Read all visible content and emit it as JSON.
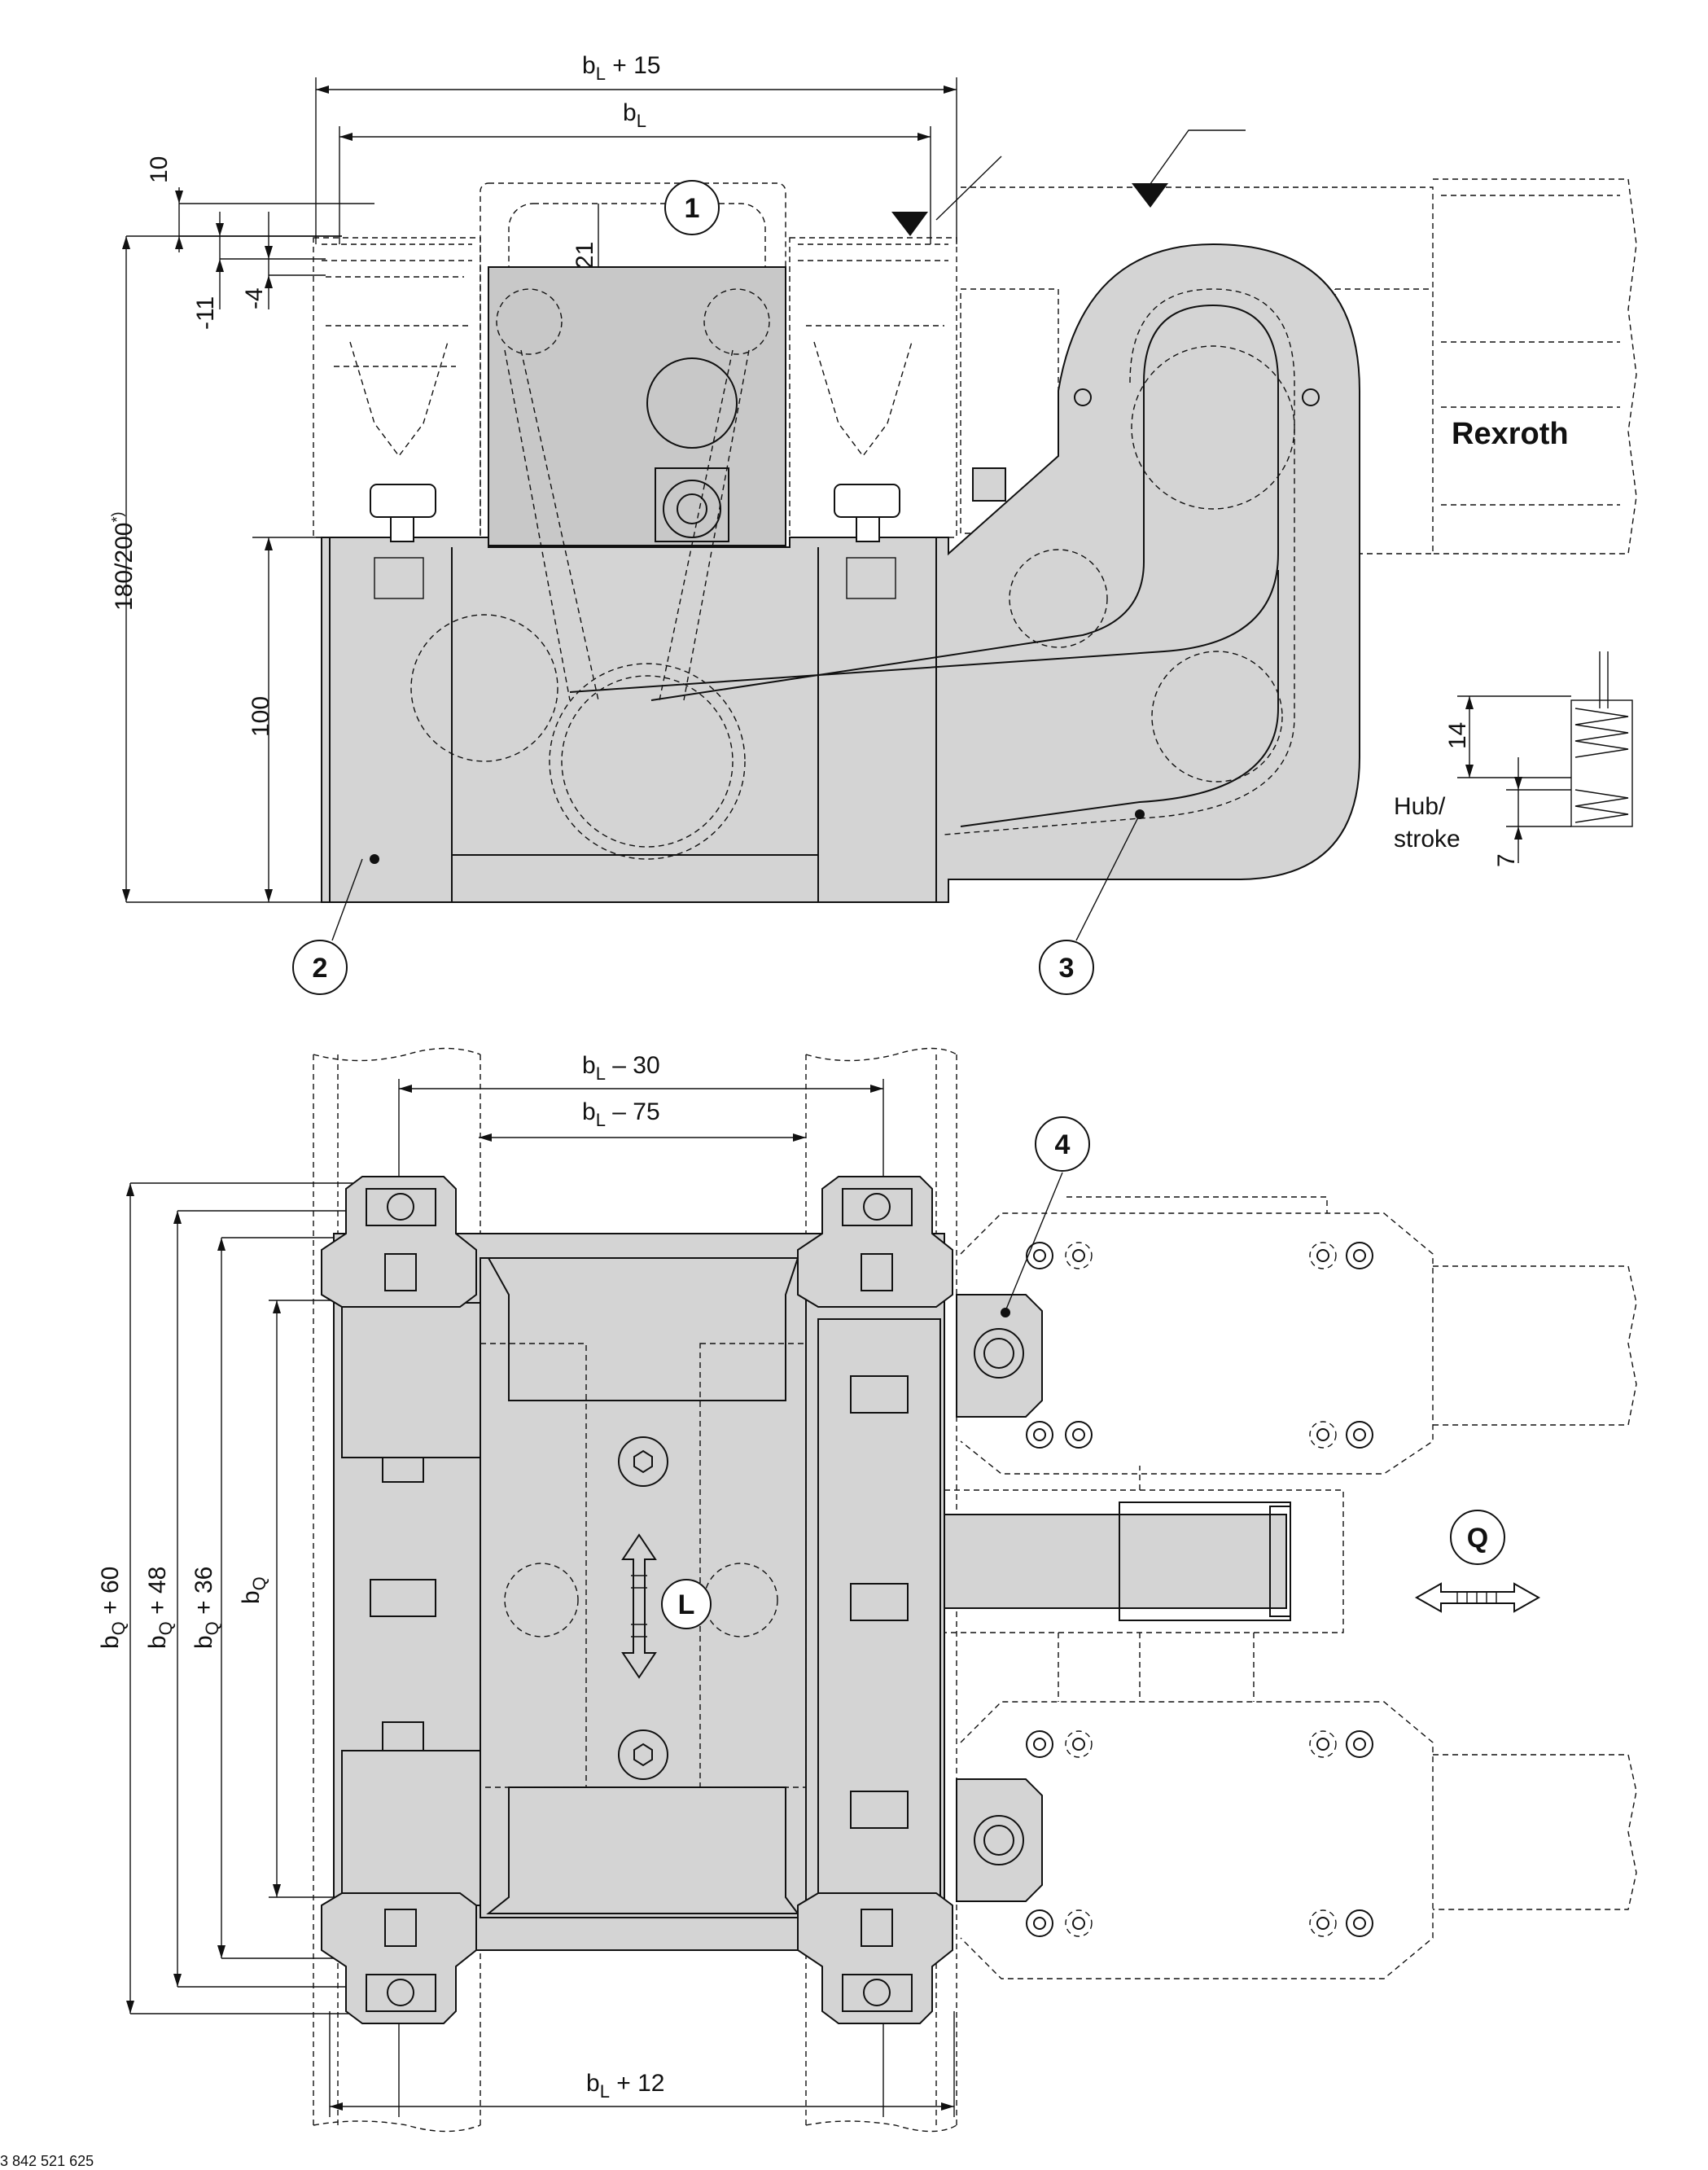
{
  "top_view": {
    "dims": {
      "bl_plus_15": "b",
      "bl_plus_15_sub": "L",
      "bl_plus_15_rest": " + 15",
      "bl": "b",
      "bl_sub": "L",
      "d10": "10",
      "d_minus11": "-11",
      "d_minus4": "-4",
      "d21": "21",
      "d180": "180/200",
      "d180_sup": "*)",
      "d100": "100",
      "d14": "14",
      "d7": "7"
    },
    "stroke_label": "Hub/\nstroke",
    "stroke_line1": "Hub/",
    "stroke_line2": "stroke",
    "brand": "Rexroth",
    "callouts": [
      "1",
      "2",
      "3"
    ]
  },
  "bottom_view": {
    "dims": {
      "bl_minus_30_b": "b",
      "bl_minus_30_sub": "L",
      "bl_minus_30_rest": " – 30",
      "bl_minus_75_b": "b",
      "bl_minus_75_sub": "L",
      "bl_minus_75_rest": " – 75",
      "bl_plus_12_b": "b",
      "bl_plus_12_sub": "L",
      "bl_plus_12_rest": " + 12",
      "bq60_b": "b",
      "bq60_sub": "Q",
      "bq60_rest": " + 60",
      "bq48_b": "b",
      "bq48_sub": "Q",
      "bq48_rest": " + 48",
      "bq36_b": "b",
      "bq36_sub": "Q",
      "bq36_rest": " + 36",
      "bq_b": "b",
      "bq_sub": "Q"
    },
    "callouts": [
      "4",
      "L",
      "Q"
    ]
  },
  "figure_id": "3 842 521 625"
}
